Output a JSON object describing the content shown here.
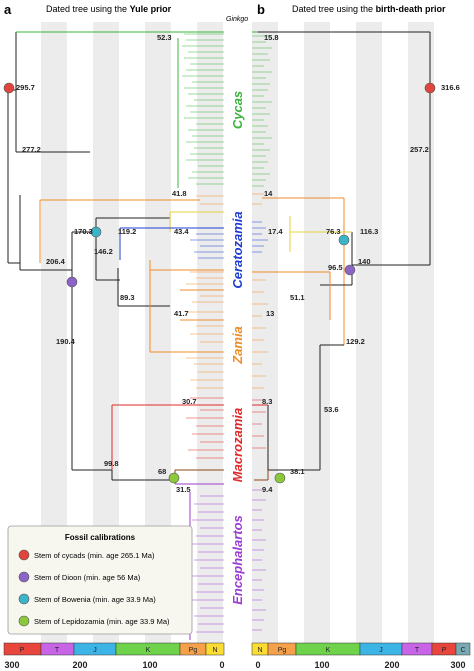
{
  "panel_a": {
    "letter": "a",
    "title_prefix": "Dated tree using the ",
    "title_bold": "Yule prior"
  },
  "panel_b": {
    "letter": "b",
    "title_prefix": "Dated tree using the ",
    "title_bold": "birth-death prior"
  },
  "outgroup_label": "Ginkgo",
  "clades": [
    {
      "name": "Cycas",
      "color": "#3cb43c"
    },
    {
      "name": "Ceratozamia",
      "color": "#1e3cd2"
    },
    {
      "name": "Zamia",
      "color": "#f08c28"
    },
    {
      "name": "Macrozamia",
      "color": "#e12828"
    },
    {
      "name": "Encephalartos",
      "color": "#9b3cd2"
    }
  ],
  "node_ages_a": [
    "52.3",
    "295.7",
    "277.2",
    "41.8",
    "170.3",
    "119.2",
    "43.4",
    "146.2",
    "206.4",
    "89.3",
    "41.7",
    "190.4",
    "30.7",
    "99.8",
    "68",
    "31.5"
  ],
  "node_ages_b": [
    "15.8",
    "316.6",
    "257.2",
    "14",
    "17.4",
    "76.3",
    "116.3",
    "96.5",
    "140",
    "51.1",
    "13",
    "129.2",
    "8.3",
    "53.6",
    "38.1",
    "9.4"
  ],
  "legend": {
    "title": "Fossil calibrations",
    "items": [
      {
        "label": "Stem of cycads (min. age 265.1 Ma)",
        "color": "#e0443c"
      },
      {
        "label": "Stem of Dioon (min. age 56 Ma)",
        "color": "#8c64c8"
      },
      {
        "label": "Stem of Bowenia (min. age 33.9 Ma)",
        "color": "#3cb4c8"
      },
      {
        "label": "Stem of Lepidozamia (min. age 33.9 Ma)",
        "color": "#8cc83c"
      }
    ]
  },
  "timescale": {
    "periods": [
      {
        "label": "P",
        "color": "#e8463c",
        "from": 300,
        "to": 252
      },
      {
        "label": "T",
        "color": "#c864e6",
        "from": 252,
        "to": 201
      },
      {
        "label": "J",
        "color": "#3cb4e6",
        "from": 201,
        "to": 145
      },
      {
        "label": "K",
        "color": "#6ed24b",
        "from": 145,
        "to": 66
      },
      {
        "label": "Pg",
        "color": "#f5a04b",
        "from": 66,
        "to": 23
      },
      {
        "label": "N",
        "color": "#fadc32",
        "from": 23,
        "to": 0
      }
    ],
    "ticks_a": [
      "300",
      "200",
      "100",
      "0"
    ],
    "ticks_b": [
      "0",
      "100",
      "200",
      "300"
    ],
    "extra_period_b": {
      "label": "C",
      "color": "#78aab4"
    }
  }
}
